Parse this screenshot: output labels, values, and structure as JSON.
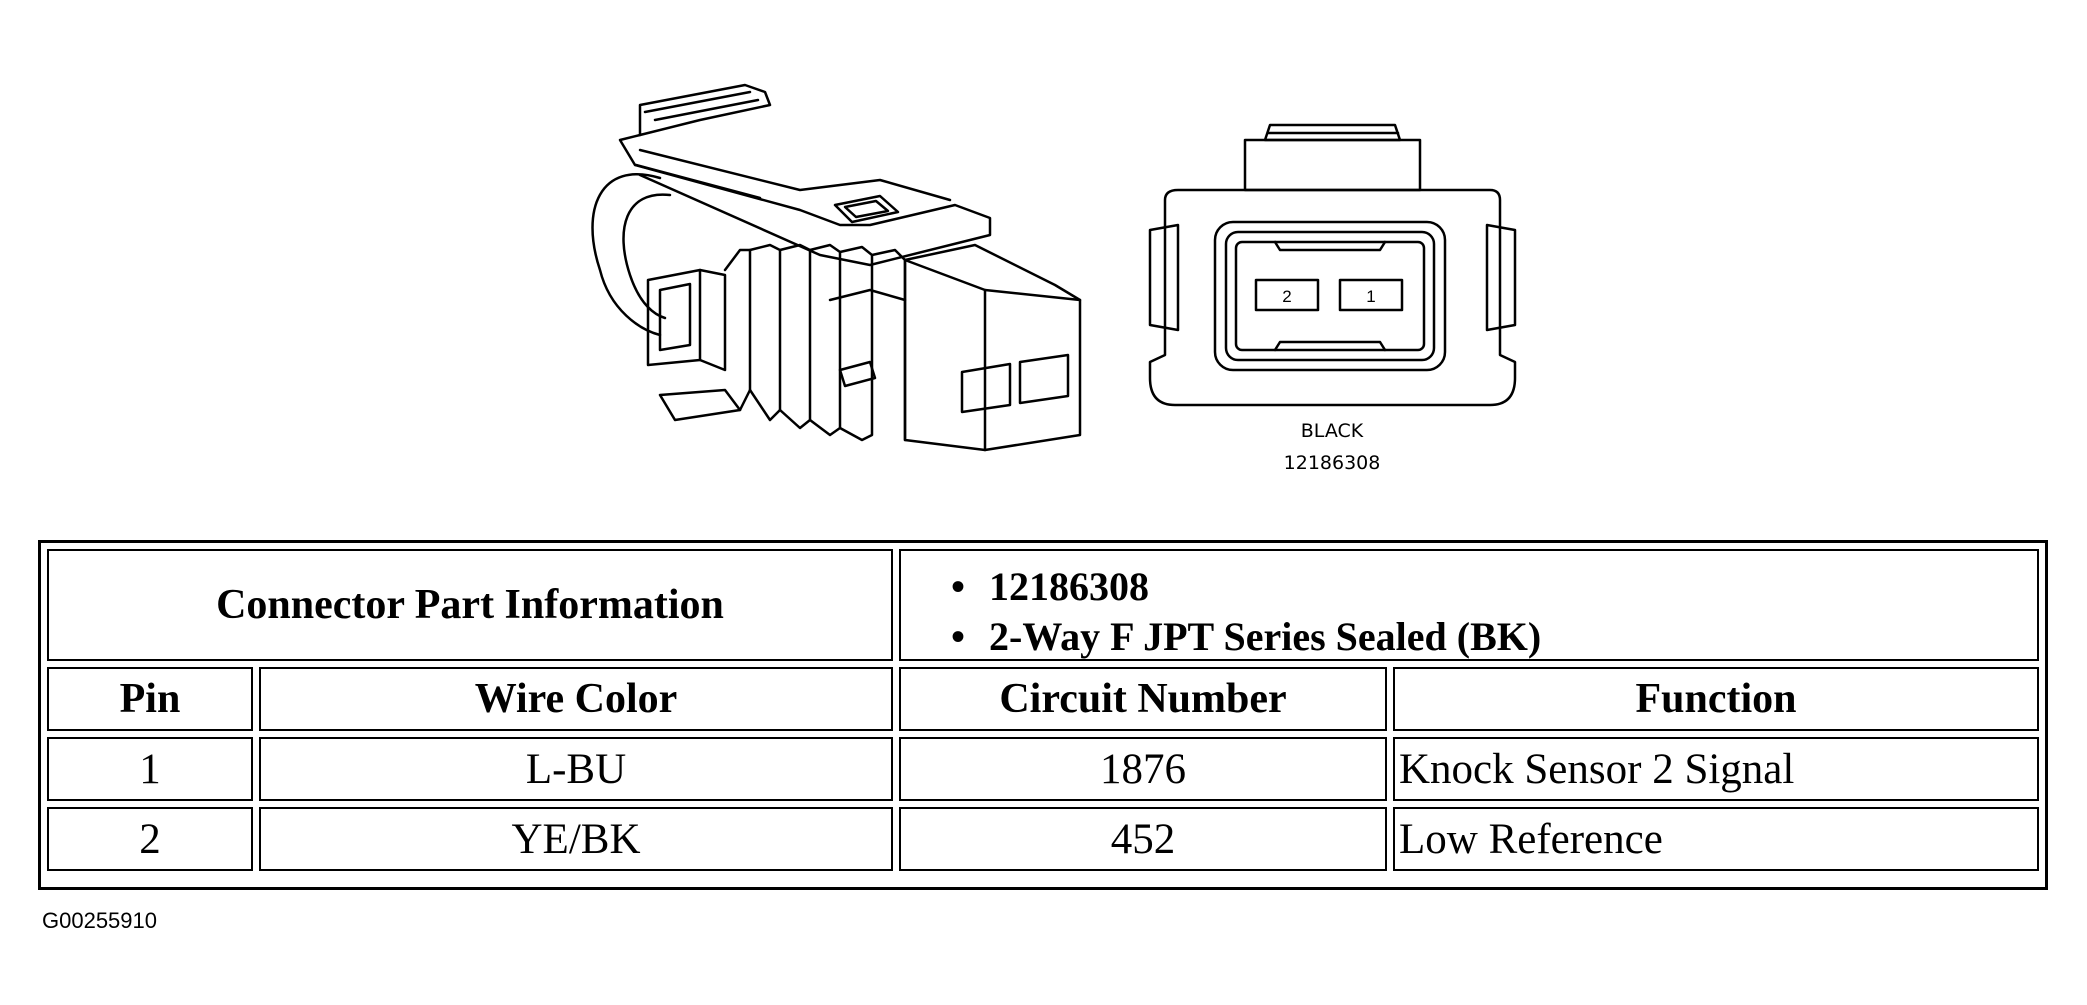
{
  "diagram": {
    "connector_caption": {
      "color": "BLACK",
      "part_number": "12186308"
    },
    "pin_labels": [
      "2",
      "1"
    ]
  },
  "table": {
    "part_info_label": "Connector Part Information",
    "part_info_items": [
      "12186308",
      "2-Way F JPT Series Sealed (BK)"
    ],
    "headers": {
      "pin": "Pin",
      "wire_color": "Wire Color",
      "circuit_number": "Circuit Number",
      "function": "Function"
    },
    "rows": [
      {
        "pin": "1",
        "wire_color": "L-BU",
        "circuit_number": "1876",
        "function": "Knock Sensor 2 Signal"
      },
      {
        "pin": "2",
        "wire_color": "YE/BK",
        "circuit_number": "452",
        "function": "Low Reference"
      }
    ]
  },
  "figure_id": "G00255910"
}
